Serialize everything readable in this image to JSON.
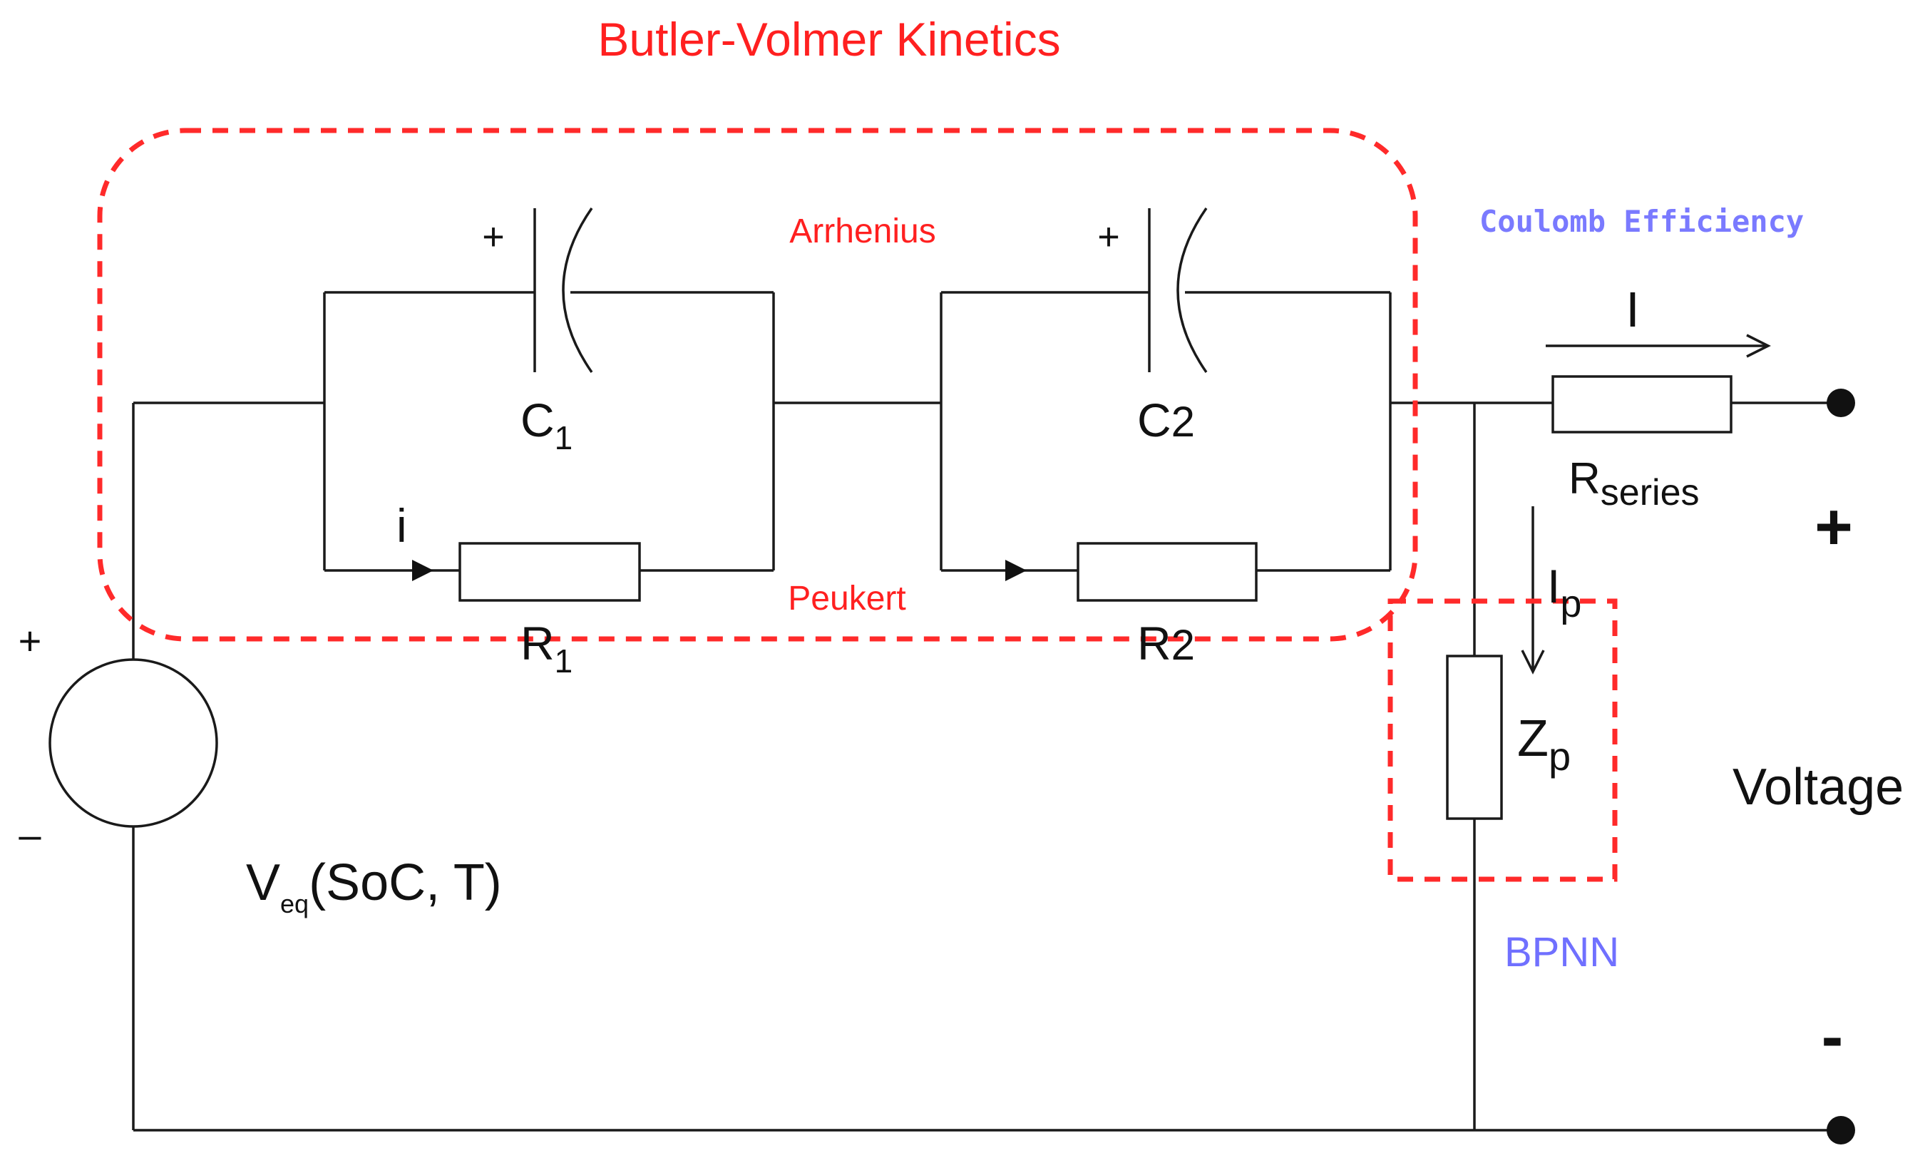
{
  "title": "Butler-Volmer Kinetics",
  "annotations": {
    "arrhenius": "Arrhenius",
    "peukert": "Peukert",
    "coulomb": "Coulomb Efficiency",
    "bpnn": "BPNN"
  },
  "components": {
    "c1": {
      "main": "C",
      "sub": "1"
    },
    "c2": {
      "main": "C",
      "sub": "2"
    },
    "r1": {
      "main": "R",
      "sub": "1"
    },
    "r2": {
      "main": "R",
      "sub": "2"
    },
    "rseries": {
      "main": "R",
      "sub": "series"
    },
    "zp": {
      "main": "Z",
      "sub": "p"
    }
  },
  "currents": {
    "i_small": "i",
    "i_main": "I",
    "ip": {
      "main": "I",
      "sub": "p"
    }
  },
  "source": {
    "main": "V",
    "sub": "eq",
    "args": "(SoC, T)",
    "plus": "+",
    "minus": "–"
  },
  "capacitor_plus": "+",
  "terminals": {
    "plus": "+",
    "minus": "-",
    "label": "Voltage"
  },
  "colors": {
    "wire": "#1a1a1a",
    "highlight_red": "#ff2a2a",
    "highlight_blue": "#7070ff"
  }
}
